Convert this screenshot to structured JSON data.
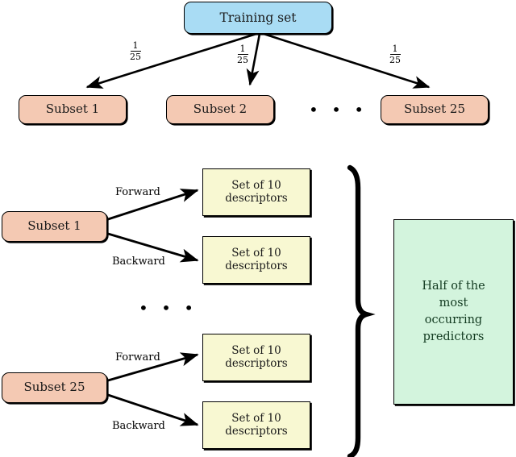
{
  "figure": {
    "type": "flow-diagram",
    "title_node": {
      "label": "Training set",
      "color": "#a9dcf4"
    },
    "split_edges": [
      {
        "label": "1/25",
        "numerator": "1",
        "denominator": "25",
        "target": "Subset 1"
      },
      {
        "label": "1/25",
        "numerator": "1",
        "denominator": "25",
        "target": "Subset 2"
      },
      {
        "label": "1/25",
        "numerator": "1",
        "denominator": "25",
        "target": "Subset 25"
      }
    ],
    "top_subsets": [
      {
        "label": "Subset 1"
      },
      {
        "label": "Subset 2"
      },
      {
        "label": "Subset 25"
      }
    ],
    "top_ellipsis": "• • •",
    "middle_ellipsis": "• • •",
    "branches": [
      {
        "source": "Subset 1",
        "edges": [
          {
            "label": "Forward",
            "target": {
              "line1": "Set of 10",
              "line2": "descriptors"
            }
          },
          {
            "label": "Backward",
            "target": {
              "line1": "Set of 10",
              "line2": "descriptors"
            }
          }
        ]
      },
      {
        "source": "Subset 25",
        "edges": [
          {
            "label": "Forward",
            "target": {
              "line1": "Set of 10",
              "line2": "descriptors"
            }
          },
          {
            "label": "Backward",
            "target": {
              "line1": "Set of 10",
              "line2": "descriptors"
            }
          }
        ]
      }
    ],
    "result_node": {
      "line1": "Half of the",
      "line2": "most",
      "line3": "occurring",
      "line4": "predictors",
      "color": "#d3f4dd"
    },
    "colors": {
      "training_fill": "#a9dcf4",
      "subset_fill": "#f4c9b3",
      "descriptor_fill": "#f8f8d2",
      "result_fill": "#d3f4dd",
      "result_text": "#123a20",
      "stroke": "#000000",
      "background": "#ffffff"
    }
  }
}
